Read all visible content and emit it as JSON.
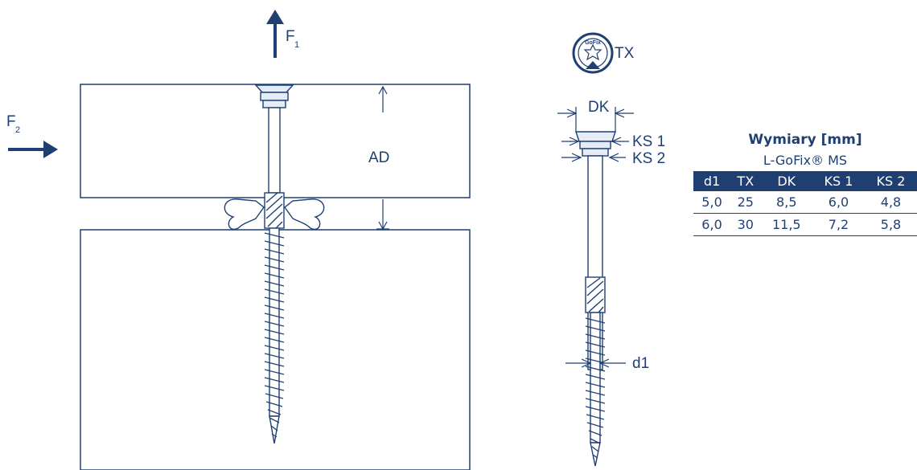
{
  "labels": {
    "f1": "F",
    "f1_sub": "1",
    "f2": "F",
    "f2_sub": "2",
    "ad": "AD",
    "tx": "TX",
    "gofix": "GoFix",
    "dk": "DK",
    "ks1": "KS 1",
    "ks2": "KS 2",
    "d1": "d1"
  },
  "table": {
    "title": "Wymiary [mm]",
    "subtitle": "L-GoFix® MS",
    "headers": [
      "d1",
      "TX",
      "DK",
      "KS 1",
      "KS 2"
    ],
    "rows": [
      [
        "5,0",
        "25",
        "8,5",
        "6,0",
        "4,8"
      ],
      [
        "6,0",
        "30",
        "11,5",
        "7,2",
        "5,8"
      ]
    ]
  },
  "colors": {
    "primary": "#1f3f73",
    "screw_fill": "#e6ecf5"
  }
}
